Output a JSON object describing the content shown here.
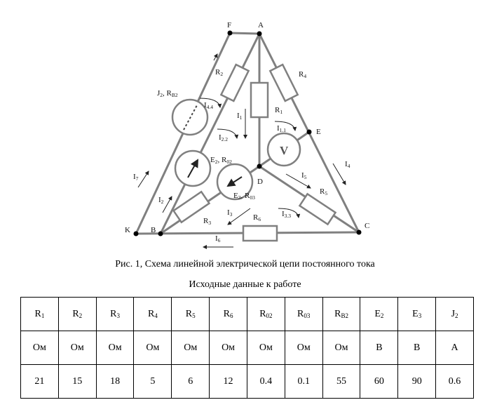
{
  "diagram": {
    "nodes": {
      "F": "F",
      "A": "A",
      "E": "E",
      "D": "D",
      "K": "K",
      "B": "B",
      "C": "C"
    },
    "voltmeter": "V",
    "labels": {
      "R1": {
        "main": "R",
        "sub": "1"
      },
      "R2": {
        "main": "R",
        "sub": "2"
      },
      "R3": {
        "main": "R",
        "sub": "3"
      },
      "R4": {
        "main": "R",
        "sub": "4"
      },
      "R5": {
        "main": "R",
        "sub": "5"
      },
      "R6": {
        "main": "R",
        "sub": "6"
      },
      "J2RB2": {
        "a": "J",
        "a_sub": "2",
        "b": ", R",
        "b_sub": "B2"
      },
      "E2R02": {
        "a": "E",
        "a_sub": "2",
        "b": ", R",
        "b_sub": "02"
      },
      "E3R03": {
        "a": "E",
        "a_sub": "3",
        "b": ", R",
        "b_sub": "03"
      },
      "I1": {
        "main": "I",
        "sub": "1"
      },
      "I2": {
        "main": "I",
        "sub": "2"
      },
      "I3": {
        "main": "I",
        "sub": "3"
      },
      "I4": {
        "main": "I",
        "sub": "4"
      },
      "I5": {
        "main": "I",
        "sub": "5"
      },
      "I6": {
        "main": "I",
        "sub": "6"
      },
      "I7": {
        "main": "I",
        "sub": "7"
      },
      "I11": {
        "main": "I",
        "sub": "1.1"
      },
      "I22": {
        "main": "I",
        "sub": "2.2"
      },
      "I33": {
        "main": "I",
        "sub": "3.3"
      },
      "I44": {
        "main": "I",
        "sub": "4.4"
      }
    }
  },
  "caption": "Рис. 1, Схема линейной электрической цепи постоянного тока",
  "table_title": "Исходные данные к работе",
  "table": {
    "headers": [
      {
        "main": "R",
        "sub": "1"
      },
      {
        "main": "R",
        "sub": "2"
      },
      {
        "main": "R",
        "sub": "3"
      },
      {
        "main": "R",
        "sub": "4"
      },
      {
        "main": "R",
        "sub": "5"
      },
      {
        "main": "R",
        "sub": "6"
      },
      {
        "main": "R",
        "sub": "02"
      },
      {
        "main": "R",
        "sub": "03"
      },
      {
        "main": "R",
        "sub": "B2"
      },
      {
        "main": "E",
        "sub": "2"
      },
      {
        "main": "E",
        "sub": "3"
      },
      {
        "main": "J",
        "sub": "2"
      }
    ],
    "units": [
      "Ом",
      "Ом",
      "Ом",
      "Ом",
      "Ом",
      "Ом",
      "Ом",
      "Ом",
      "Ом",
      "В",
      "В",
      "А"
    ],
    "values": [
      "21",
      "15",
      "18",
      "5",
      "6",
      "12",
      "0.4",
      "0.1",
      "55",
      "60",
      "90",
      "0.6"
    ]
  }
}
